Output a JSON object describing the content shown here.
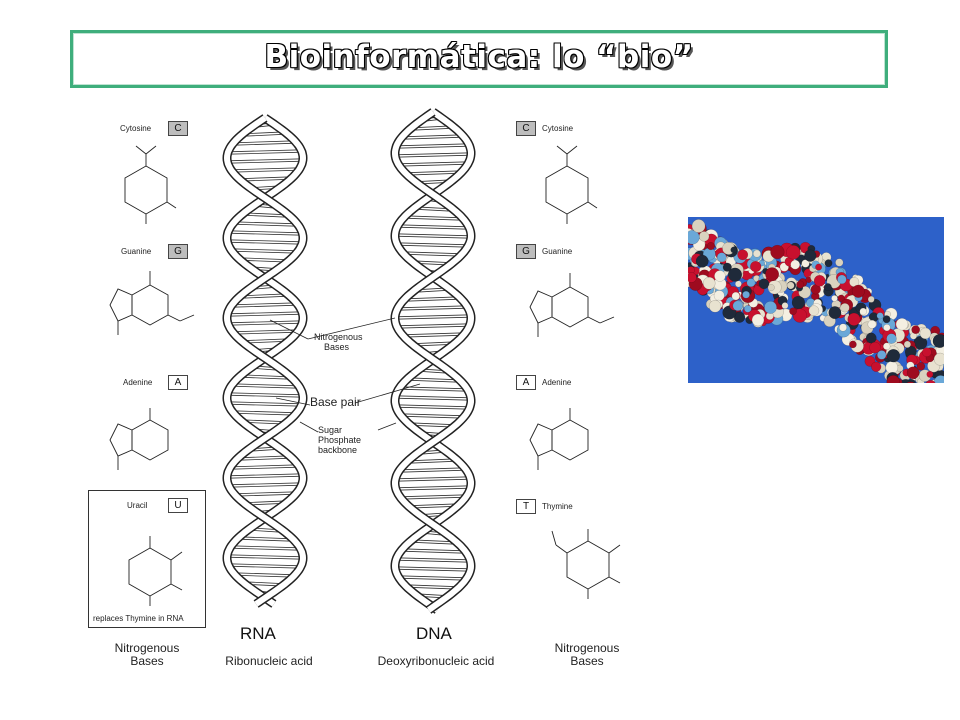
{
  "title": "Bioinformática: lo “bio”",
  "left_bases": {
    "cytosine": {
      "name": "Cytosine",
      "letter": "C"
    },
    "guanine": {
      "name": "Guanine",
      "letter": "G"
    },
    "adenine": {
      "name": "Adenine",
      "letter": "A"
    },
    "uracil": {
      "name": "Uracil",
      "letter": "U",
      "note": "replaces Thymine in RNA"
    },
    "caption": [
      "Nitrogenous",
      "Bases"
    ]
  },
  "right_bases": {
    "cytosine": {
      "name": "Cytosine",
      "letter": "C"
    },
    "guanine": {
      "name": "Guanine",
      "letter": "G"
    },
    "adenine": {
      "name": "Adenine",
      "letter": "A"
    },
    "thymine": {
      "name": "Thymine",
      "letter": "T"
    },
    "caption": [
      "Nitrogenous",
      "Bases"
    ]
  },
  "rna": {
    "label": "RNA",
    "caption": "Ribonucleic acid"
  },
  "dna": {
    "label": "DNA",
    "caption": "Deoxyribonucleic acid"
  },
  "annotations": {
    "nitrogenous_bases": [
      "Nitrogenous",
      "Bases"
    ],
    "base_pair": "Base pair",
    "backbone": [
      "Sugar",
      "Phosphate",
      "backbone"
    ]
  },
  "colors": {
    "title_border": "#3fae7c",
    "photo_bg": "#2d61c9"
  }
}
